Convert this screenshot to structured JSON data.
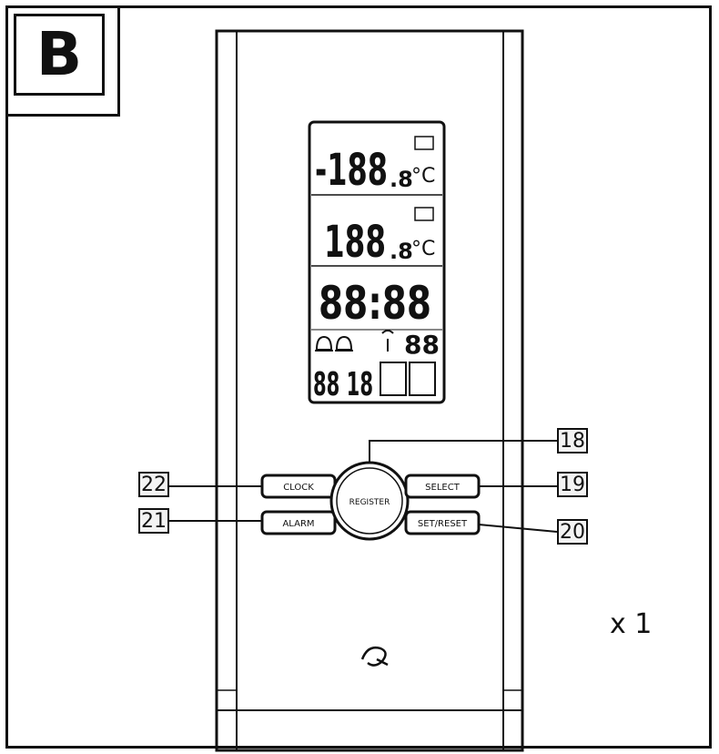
{
  "panel_letter": "B",
  "buttons": {
    "clock": "CLOCK",
    "alarm": "ALARM",
    "register": "REGISTER",
    "select": "SELECT",
    "set_reset": "SET/RESET"
  },
  "callouts": {
    "register": "18",
    "select": "19",
    "set_reset": "20",
    "alarm": "21",
    "clock": "22"
  },
  "display": {
    "outdoor_temp": "-188",
    "outdoor_temp_dec": ".8",
    "indoor_temp": "188",
    "indoor_temp_dec": ".8",
    "time": "88:88",
    "small_digits": "88",
    "date": "88 18",
    "unit": "°C"
  },
  "quantity": "x 1"
}
